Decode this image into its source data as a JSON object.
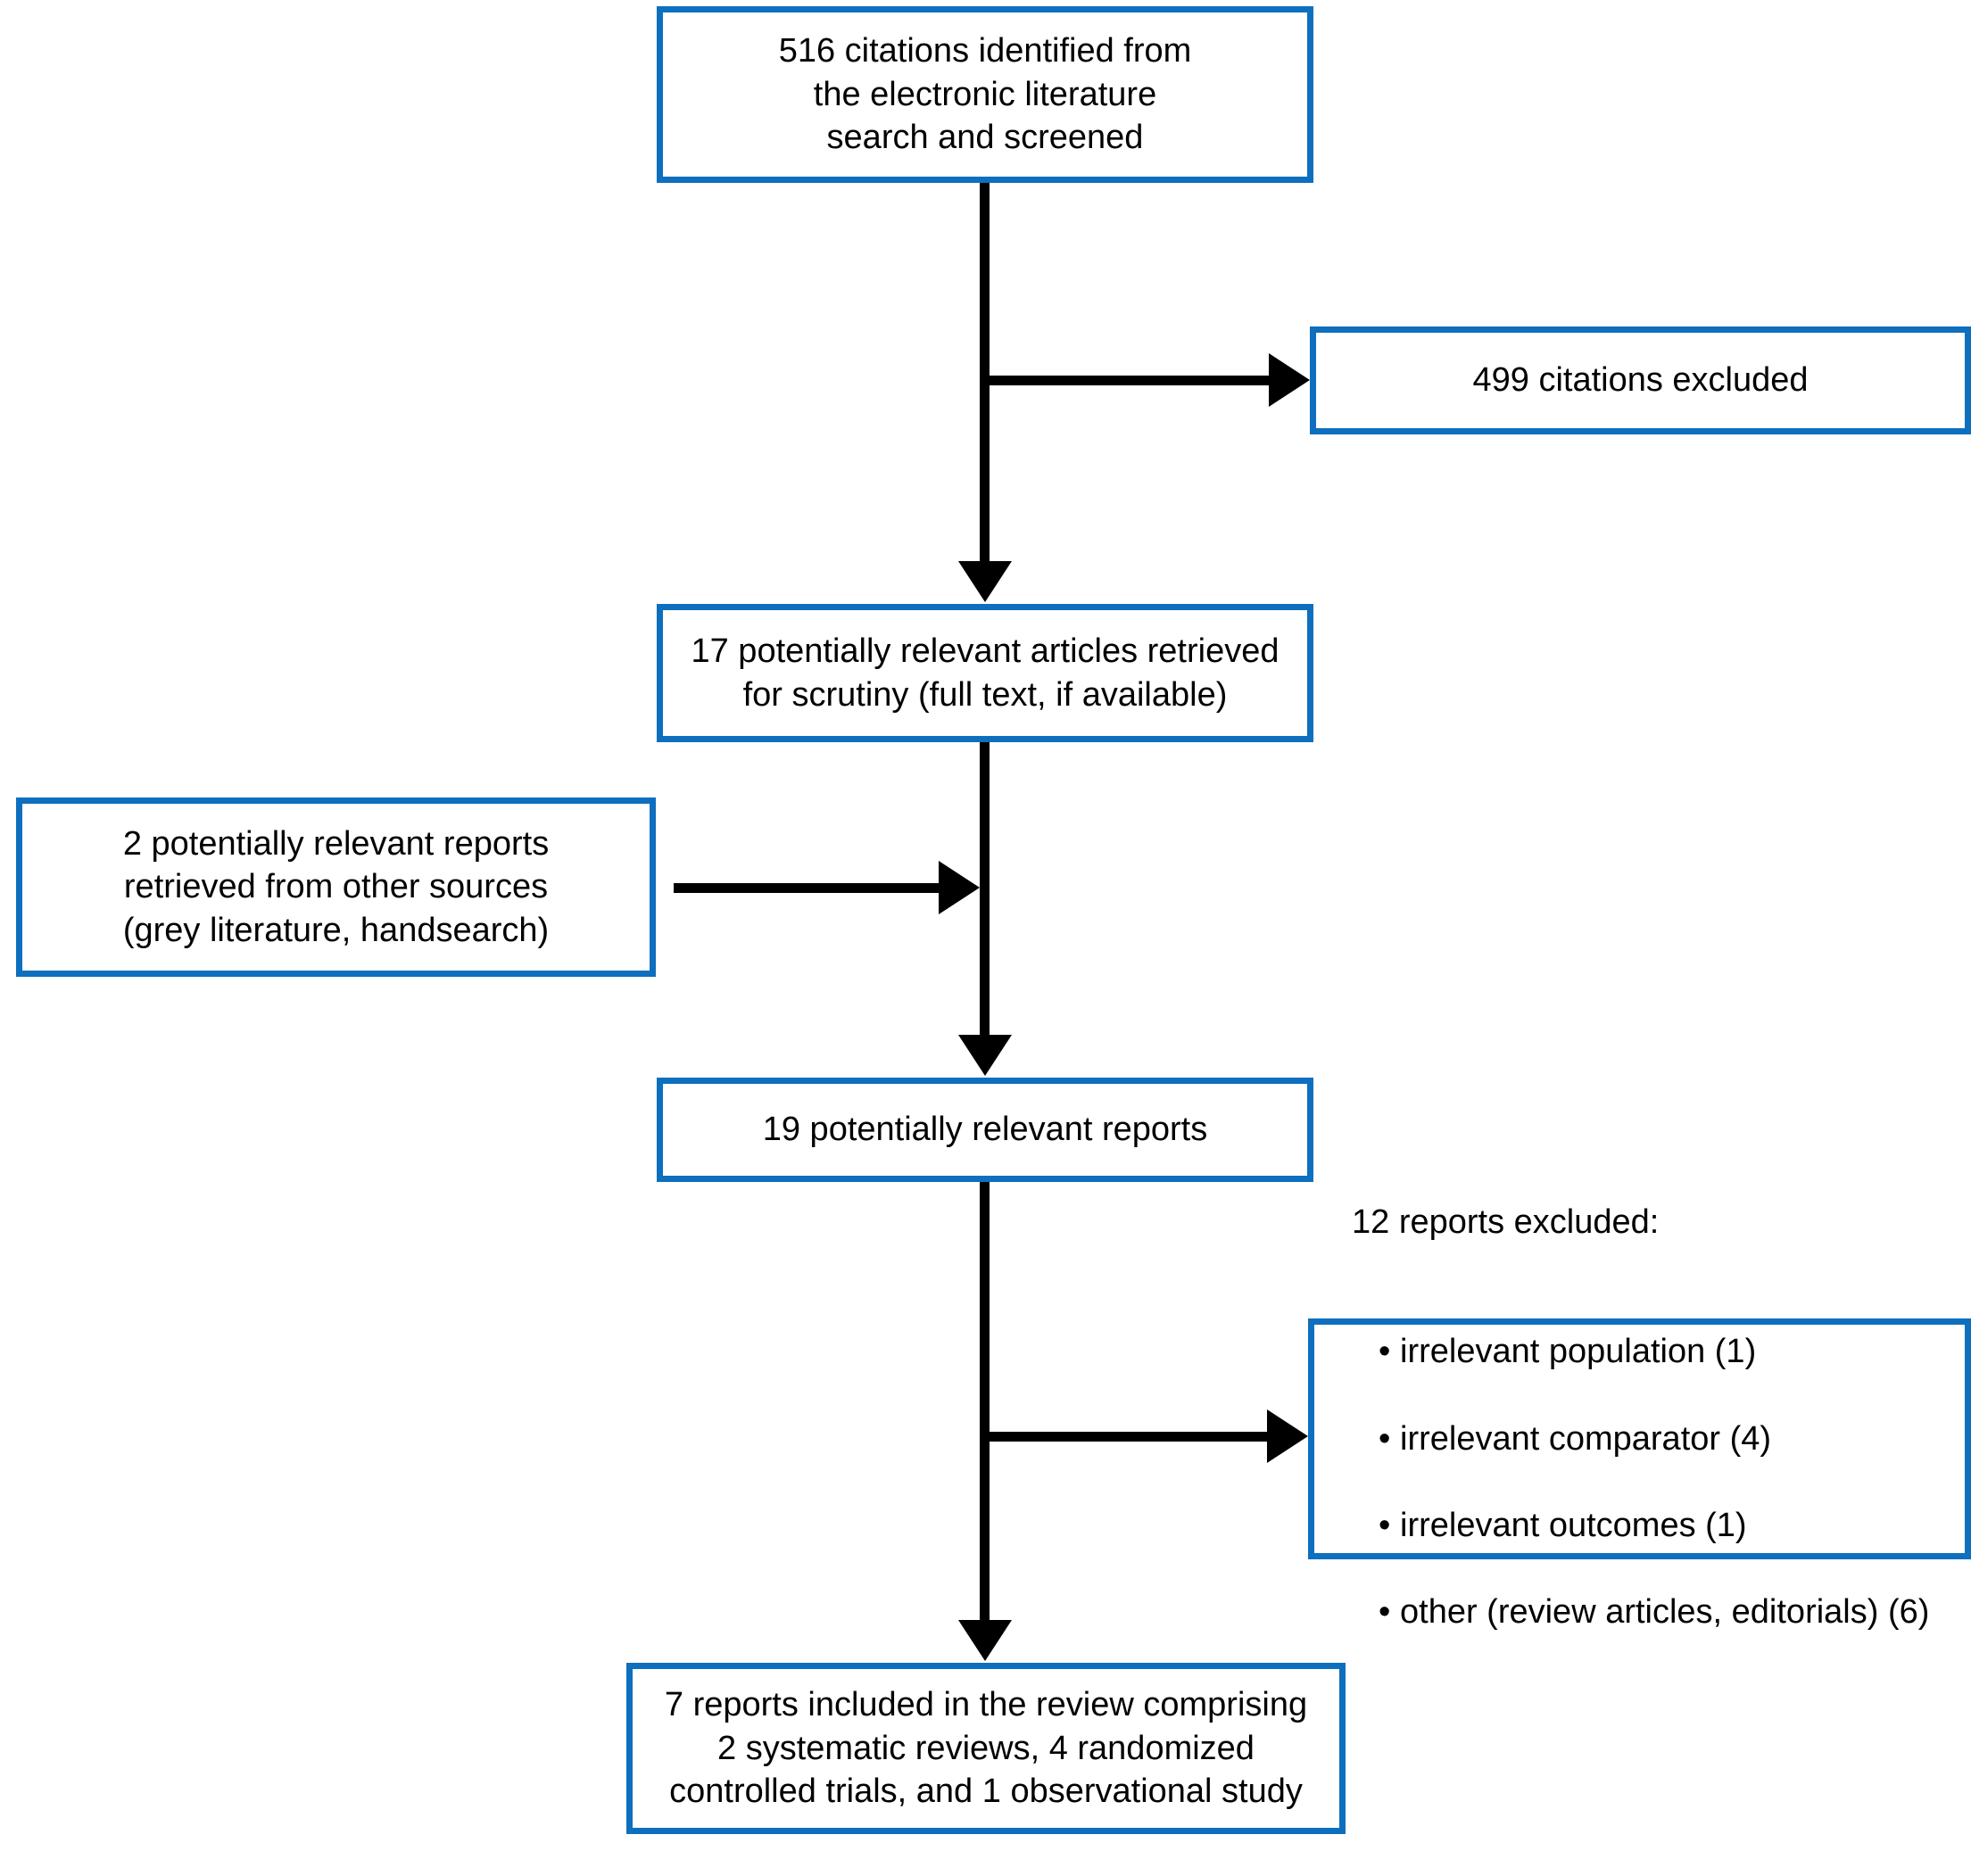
{
  "diagram": {
    "type": "prisma-flow-diagram",
    "accent_color": "#0d6fbe",
    "line_color": "#000000",
    "background_color": "#ffffff",
    "nodes": {
      "identified": {
        "text": "516 citations identified from\nthe electronic literature\nsearch and screened",
        "count": 516
      },
      "citations_excluded": {
        "text": "499 citations excluded",
        "count": 499
      },
      "retrieved": {
        "text": "17 potentially relevant articles retrieved\nfor scrutiny (full text, if available)",
        "count": 17
      },
      "other_sources": {
        "text": "2 potentially relevant reports\nretrieved from other sources\n(grey literature, handsearch)",
        "count": 2
      },
      "relevant_reports": {
        "text": "19 potentially relevant reports",
        "count": 19
      },
      "reports_excluded": {
        "heading": "12 reports excluded:",
        "count": 12,
        "reasons": [
          "irrelevant population (1)",
          "irrelevant comparator (4)",
          "irrelevant outcomes (1)",
          "other (review articles, editorials) (6)"
        ]
      },
      "included": {
        "text": "7 reports included in the review comprising\n2 systematic reviews, 4 randomized\ncontrolled trials, and 1 observational study",
        "count": 7
      }
    }
  }
}
